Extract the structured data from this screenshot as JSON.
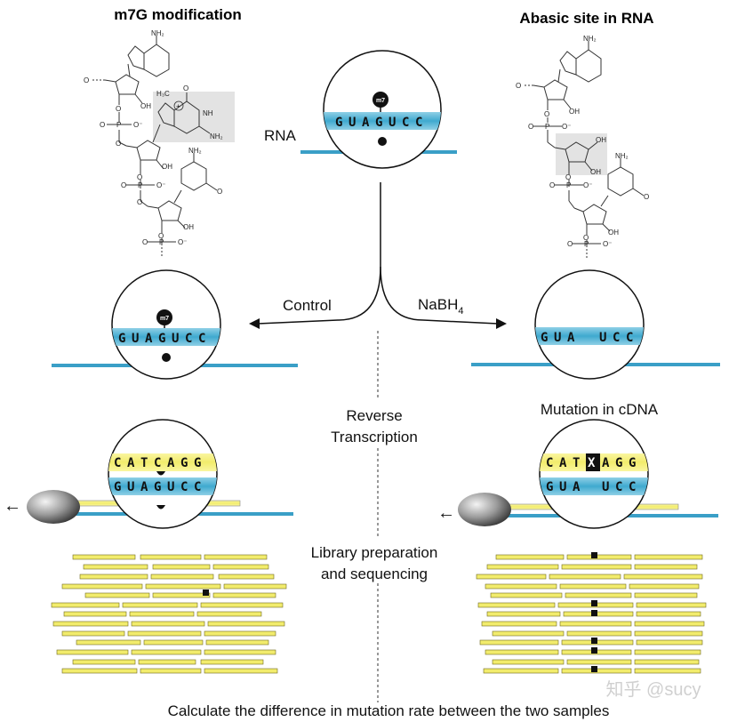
{
  "titles": {
    "left": "m7G modification",
    "right": "Abasic site in RNA"
  },
  "labels": {
    "rna": "RNA",
    "control": "Control",
    "nabh": "NaBH",
    "nabh_sub": "4",
    "reverse_1": "Reverse",
    "reverse_2": "Transcription",
    "mutation": "Mutation in cDNA",
    "library_1": "Library preparation",
    "library_2": "and sequencing",
    "calculate": "Calculate the difference in mutation rate between the two samples",
    "watermark": "知乎 @sucy",
    "m7": "m7"
  },
  "sequences": {
    "rna": [
      "G",
      "U",
      "A",
      "G",
      "U",
      "C",
      "C"
    ],
    "abasic": [
      "G",
      "U",
      "A",
      " ",
      "U",
      "C",
      "C"
    ],
    "cdna": [
      "C",
      "A",
      "T",
      "C",
      "A",
      "G",
      "G"
    ],
    "cdna_mut": [
      "C",
      "A",
      "T",
      "X",
      "A",
      "G",
      "G"
    ]
  },
  "chemistry": {
    "nh2": "NH₂",
    "oh": "OH",
    "o": "O",
    "p": "P",
    "ominus": "O⁻",
    "nh": "NH",
    "n": "N",
    "h3c": "H₃C",
    "plus": "+"
  },
  "colors": {
    "rna_blue": "#5bb8d8",
    "cdna_yellow": "#f2ec6c",
    "mark": "#111111",
    "highlight_box": "#e3e3e3"
  }
}
